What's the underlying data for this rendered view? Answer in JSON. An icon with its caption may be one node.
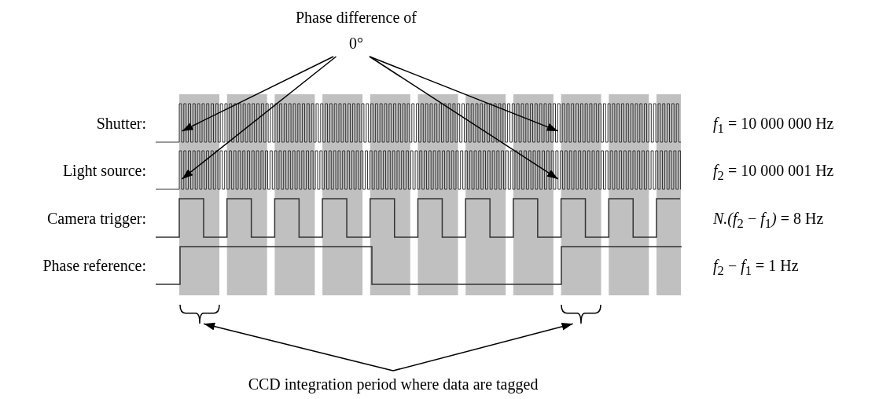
{
  "diagram": {
    "nodes": [
      {
        "text": [
          "Phase difference of 0°"
        ]
      },
      {
        "text": [],
        "shape": "picture"
      },
      {
        "text": [],
        "shape": "picture"
      },
      {
        "text": [
          "CCD integration period where data are tagged"
        ]
      },
      {
        "text": [],
        "shape": "bracket"
      },
      {
        "text": [],
        "shape": "bracket"
      }
    ],
    "edges": [
      {
        "from": 0,
        "to": 1,
        "arrow": "to"
      },
      {
        "from": 0,
        "to": 2,
        "arrow": "to"
      },
      {
        "from": 0,
        "to": 1,
        "arrow": "to"
      },
      {
        "from": 0,
        "to": 2,
        "arrow": "to"
      },
      {
        "from": 3,
        "to": 4,
        "arrow": "to"
      },
      {
        "from": 3,
        "to": 5,
        "arrow": "to"
      }
    ],
    "labels": [
      "Shutter:",
      "*f*$_{1}$ = 10 000 000 Hz",
      "Light source:",
      "*f*$_{2}$ = 10 000 001 Hz",
      "Camera trigger:",
      "*N.(f*$_{2}$ − *f*$_{1}$*)* = 8 Hz",
      "Phase reference:",
      "*f*$_{2}$ − *f*$_{1}$ = 1 Hz"
    ]
  }
}
